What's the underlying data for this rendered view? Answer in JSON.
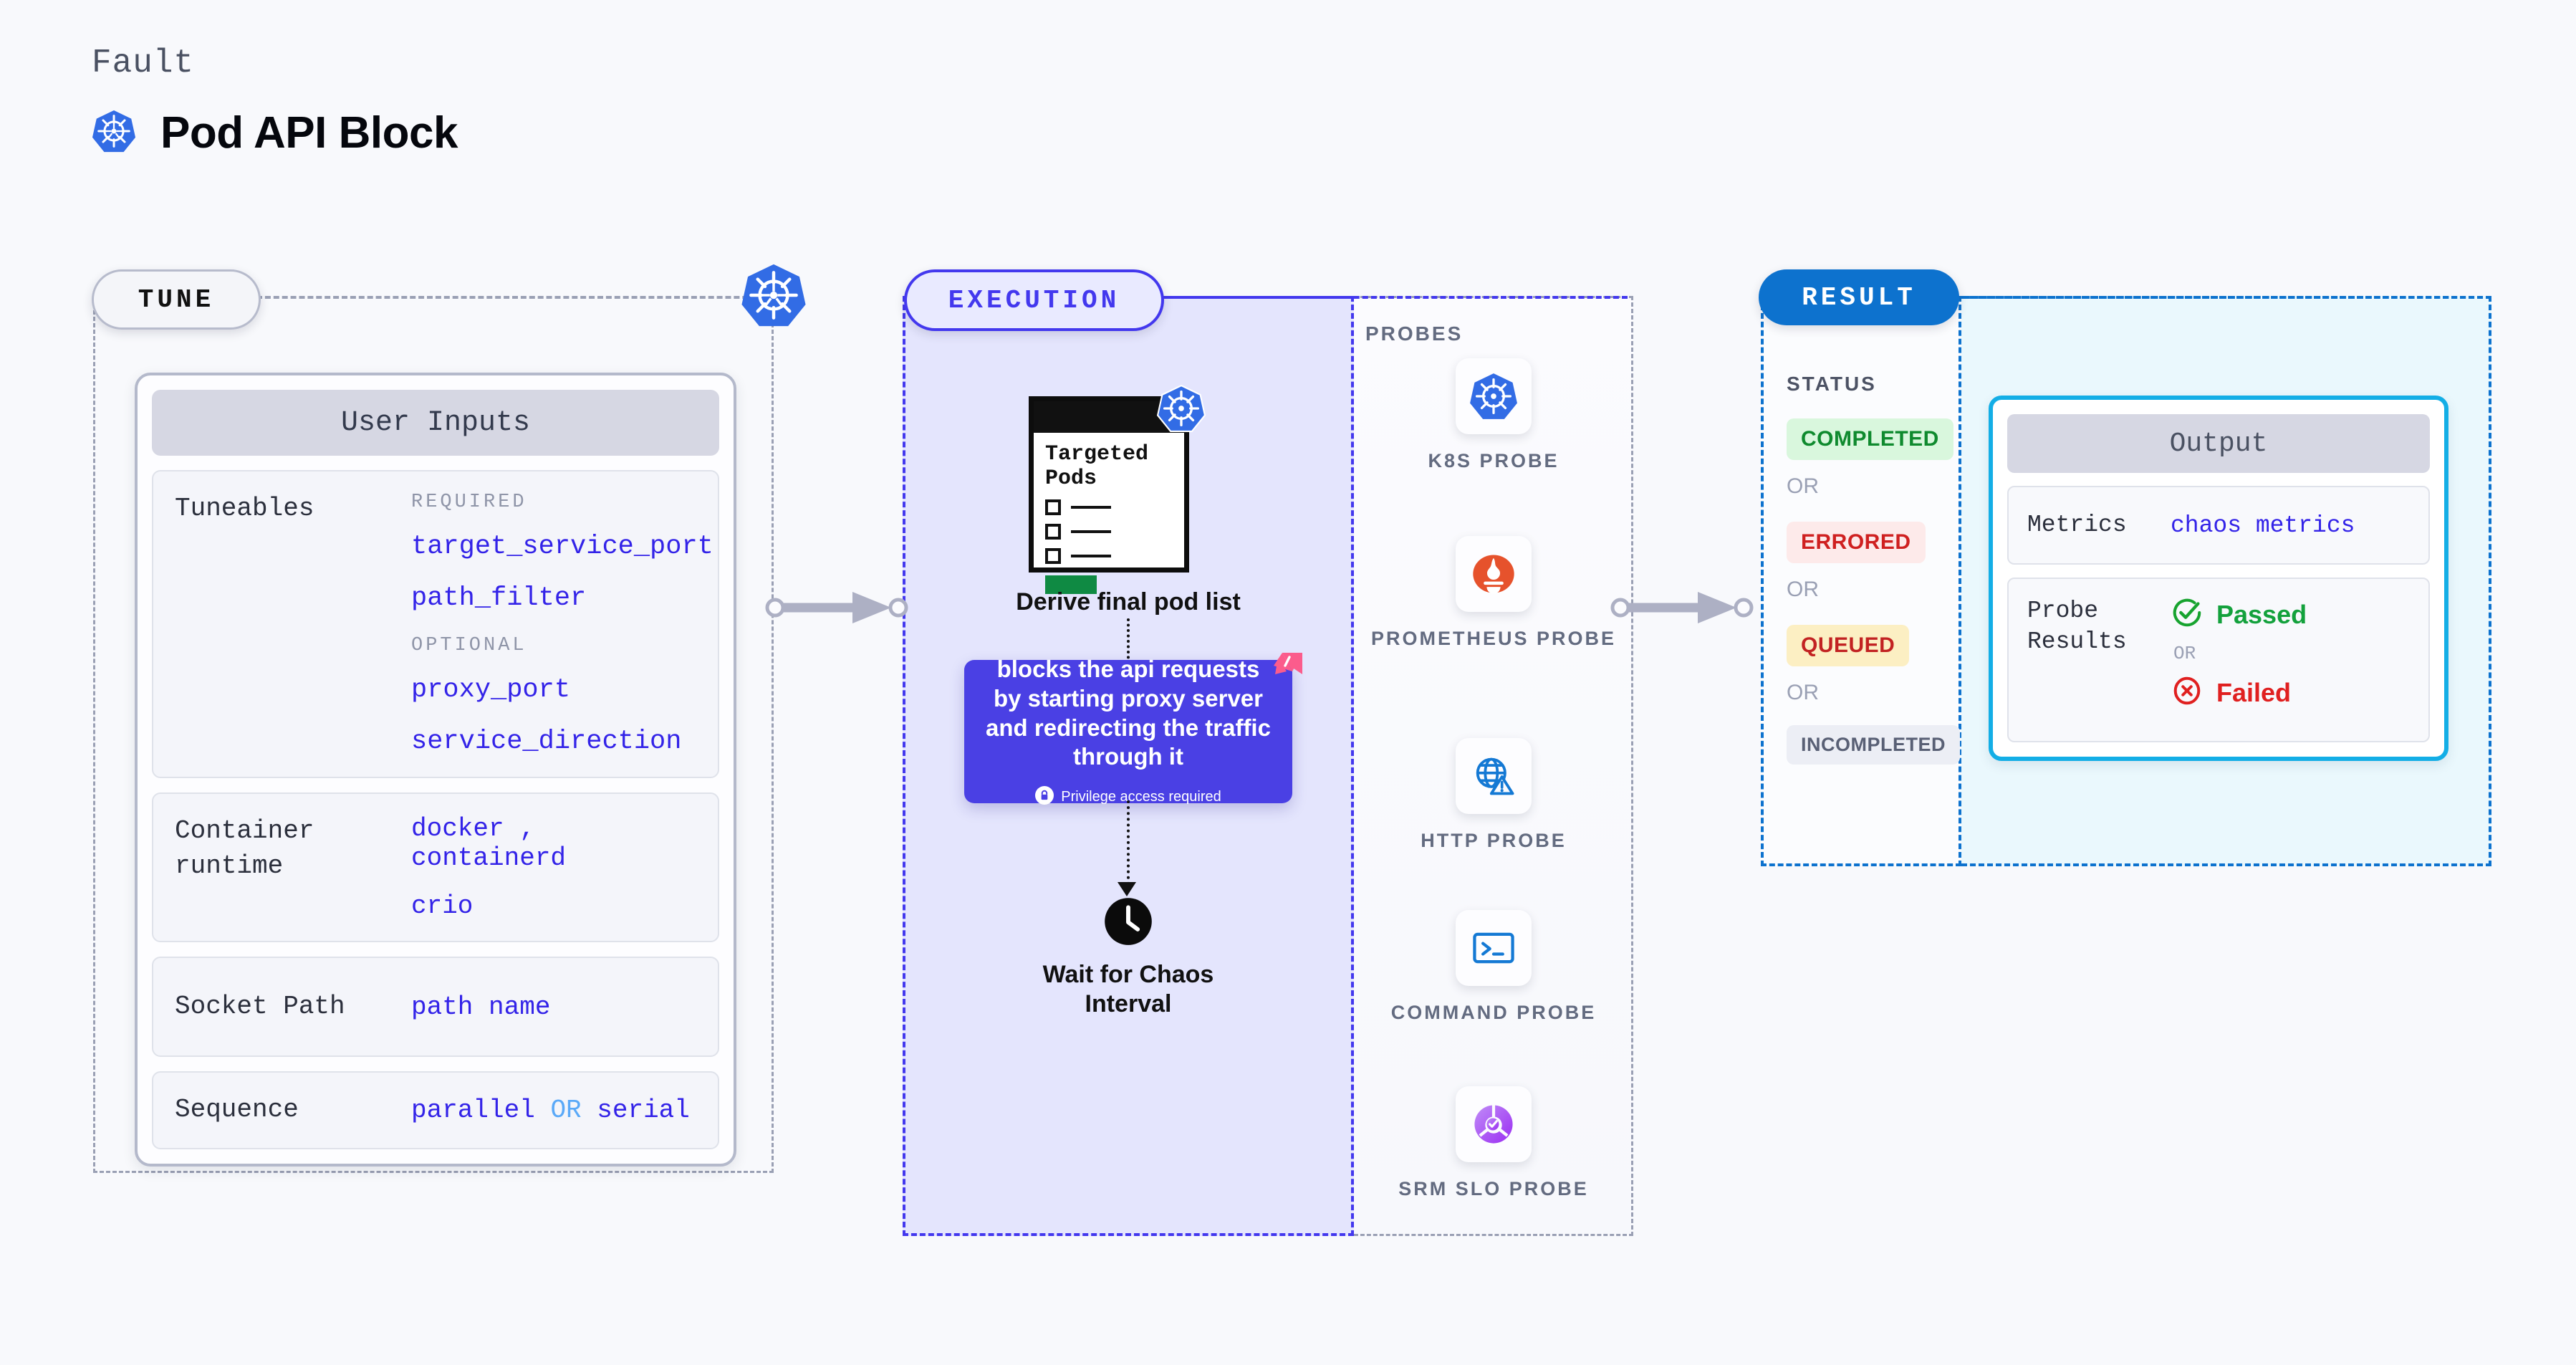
{
  "header": {
    "kicker": "Fault",
    "title": "Pod API Block",
    "icon": "kubernetes-icon"
  },
  "stages": {
    "tune": {
      "label": "TUNE"
    },
    "execution": {
      "label": "EXECUTION"
    },
    "result": {
      "label": "RESULT"
    }
  },
  "tune": {
    "card_title": "User Inputs",
    "tuneables": {
      "key": "Tuneables",
      "required_label": "REQUIRED",
      "required": [
        "target_service_port",
        "path_filter"
      ],
      "optional_label": "OPTIONAL",
      "optional": [
        "proxy_port",
        "service_direction"
      ]
    },
    "container_runtime": {
      "key": "Container runtime",
      "values_line1": [
        "docker",
        "containerd"
      ],
      "separator": ",",
      "values_line2": [
        "crio"
      ]
    },
    "socket_path": {
      "key": "Socket Path",
      "value": "path name"
    },
    "sequence": {
      "key": "Sequence",
      "value_a": "parallel",
      "conjunction": "OR",
      "value_b": "serial"
    }
  },
  "execution": {
    "pods_card": {
      "title_line1": "Targeted",
      "title_line2": "Pods",
      "icon": "kubernetes-icon",
      "rows": 3
    },
    "derive_label": "Derive final pod list",
    "action_card": {
      "text": "blocks the api requests by starting proxy server and redirecting the traffic through it",
      "privilege_note": "Privilege access required",
      "badge_icon": "litmus-icon",
      "lock_icon": "lock-icon"
    },
    "wait_step": {
      "icon": "clock-icon",
      "label_line1": "Wait for Chaos",
      "label_line2": "Interval"
    }
  },
  "probes": {
    "section_label": "PROBES",
    "items": [
      {
        "name": "K8S PROBE",
        "icon": "kubernetes-icon"
      },
      {
        "name": "PROMETHEUS PROBE",
        "icon": "prometheus-icon"
      },
      {
        "name": "HTTP PROBE",
        "icon": "globe-warning-icon"
      },
      {
        "name": "COMMAND PROBE",
        "icon": "terminal-icon"
      },
      {
        "name": "SRM SLO PROBE",
        "icon": "srm-slo-icon"
      }
    ]
  },
  "result": {
    "status_label": "STATUS",
    "or_label": "OR",
    "statuses": [
      {
        "label": "COMPLETED",
        "bg": "#d9f7dd",
        "fg": "#0f8a2e"
      },
      {
        "label": "ERRORED",
        "bg": "#fdeaea",
        "fg": "#cf2020"
      },
      {
        "label": "QUEUED",
        "bg": "#fcefc3",
        "fg": "#c22222"
      },
      {
        "label": "INCOMPLETED",
        "bg": "#eceef5",
        "fg": "#596075"
      }
    ]
  },
  "output": {
    "card_title": "Output",
    "metrics": {
      "key": "Metrics",
      "value": "chaos metrics"
    },
    "probe_results": {
      "key": "Probe Results",
      "passed": "Passed",
      "or_label": "OR",
      "failed": "Failed",
      "passed_icon": "check-circle-icon",
      "failed_icon": "x-circle-icon"
    }
  },
  "colors": {
    "background": "#f8f9fc",
    "tune_border": "#9aa0b4",
    "exec_border": "#4338ee",
    "exec_fill": "#e4e5fd",
    "result_border": "#0d72ce",
    "output_fill": "#eaf8fd",
    "output_card_border": "#13aee6",
    "accent_blue": "#3323e8",
    "k8s_blue": "#326ce5",
    "litmus_pink": "#fb5c8c"
  }
}
